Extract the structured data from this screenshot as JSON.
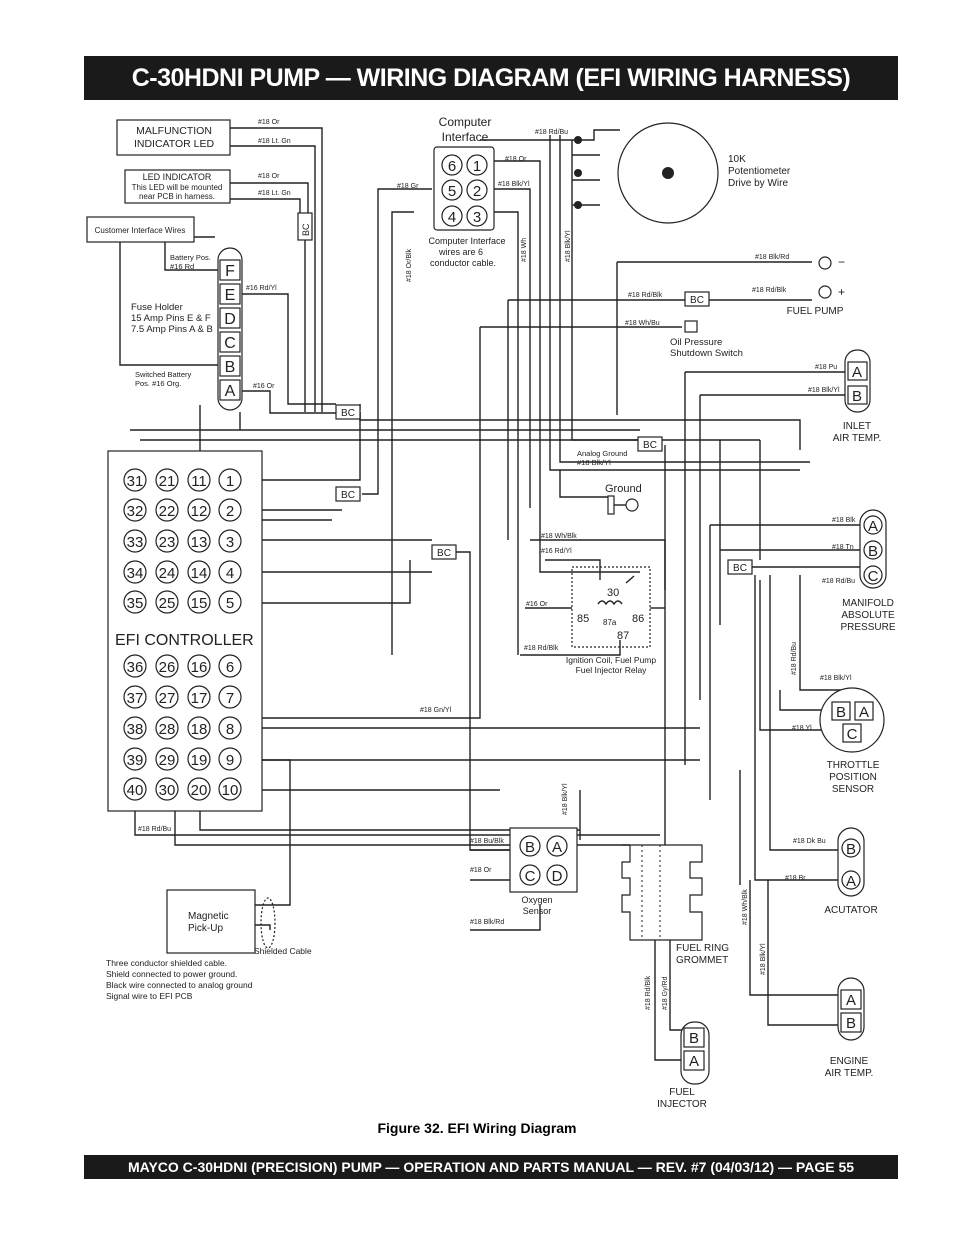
{
  "header": {
    "title": "C-30HDNI PUMP — WIRING DIAGRAM (EFI WIRING HARNESS)"
  },
  "caption": "Figure 32.   EFI Wiring Diagram",
  "footer": "MAYCO C-30HDNI (PRECISION) PUMP — OPERATION AND PARTS MANUAL — REV. #7 (04/03/12) — PAGE 55",
  "components": {
    "malfunction_led": [
      "MALFUNCTION",
      "INDICATOR LED"
    ],
    "led_indicator": [
      "LED INDICATOR",
      "This LED will be mounted",
      "near PCB in harness."
    ],
    "customer_interface": "Customer Interface Wires",
    "computer_interface_title": [
      "Computer",
      "Interface"
    ],
    "computer_interface_pins": [
      "6",
      "1",
      "5",
      "2",
      "4",
      "3"
    ],
    "computer_interface_note": [
      "Computer Interface",
      "wires are 6",
      "conductor cable."
    ],
    "potentiometer": [
      "10K",
      "Potentiometer",
      "Drive by Wire"
    ],
    "fuel_pump": "FUEL PUMP",
    "oil_pressure": [
      "Oil Pressure",
      "Shutdown Switch"
    ],
    "inlet_air_temp": [
      "INLET",
      "AIR TEMP."
    ],
    "fuse_holder": [
      "Fuse Holder",
      "15 Amp Pins E & F",
      "7.5 Amp Pins A & B"
    ],
    "fuse_pins": [
      "F",
      "E",
      "D",
      "C",
      "B",
      "A"
    ],
    "battery_pos": [
      "Battery Pos.",
      "#16 Rd"
    ],
    "switched_battery": [
      "Switched Battery",
      "Pos. #16 Org."
    ],
    "efi_controller": "EFI CONTROLLER",
    "ground": "Ground",
    "analog_ground": [
      "Analog Ground",
      "#18 Blk/Yl"
    ],
    "relay_pins": [
      "30",
      "85",
      "87a",
      "86",
      "87"
    ],
    "relay_label": [
      "Ignition Coil, Fuel Pump",
      "Fuel Injector Relay"
    ],
    "manifold": [
      "MANIFOLD",
      "ABSOLUTE",
      "PRESSURE"
    ],
    "throttle": [
      "THROTTLE",
      "POSITION",
      "SENSOR"
    ],
    "actuator": "ACUTATOR",
    "engine_air_temp": [
      "ENGINE",
      "AIR TEMP."
    ],
    "fuel_injector": [
      "FUEL",
      "INJECTOR"
    ],
    "fuel_ring": [
      "FUEL RING",
      "GROMMET"
    ],
    "oxygen_sensor": [
      "Oxygen",
      "Sensor"
    ],
    "oxygen_pins": [
      "B",
      "A",
      "C",
      "D"
    ],
    "magnetic_pickup": [
      "Magnetic",
      "Pick-Up"
    ],
    "shielded_cable": "Shielded Cable",
    "shield_note": [
      "Three conductor shielded cable.",
      "Shield connected to power ground.",
      "Black wire connected to analog ground",
      "Signal wire to EFI PCB"
    ],
    "bc": "BC"
  },
  "controller_pins": [
    [
      "31",
      "21",
      "11",
      "1"
    ],
    [
      "32",
      "22",
      "12",
      "2"
    ],
    [
      "33",
      "23",
      "13",
      "3"
    ],
    [
      "34",
      "24",
      "14",
      "4"
    ],
    [
      "35",
      "25",
      "15",
      "5"
    ],
    [
      "36",
      "26",
      "16",
      "6"
    ],
    [
      "37",
      "27",
      "17",
      "7"
    ],
    [
      "38",
      "28",
      "18",
      "8"
    ],
    [
      "39",
      "29",
      "19",
      "9"
    ],
    [
      "40",
      "30",
      "20",
      "10"
    ]
  ],
  "wire_labels": {
    "or1": "#18 Or",
    "ltgn1": "#18 Lt. Gn",
    "or2": "#18 Or",
    "ltgn2": "#18 Lt. Gn",
    "gr": "#18 Gr",
    "rdbu_top": "#18 Rd/Bu",
    "or3": "#18 Or",
    "blkyl": "#18 Blk/Yl",
    "orblk_v": "#18 Or/Blk",
    "wh_v": "#18 Wh",
    "blkyl_v": "#18 Blk/Yl",
    "blkrd": "#18 Blk/Rd",
    "rdblk_fp": "#18 Rd/Blk",
    "rdblk_bc": "#18 Rd/Blk",
    "whbu": "#18 Wh/Bu",
    "rdyl16": "#16 Rd/Yl",
    "or16a": "#16 Or",
    "pu": "#18 Pu",
    "blkyl_iat": "#18 Blk/Yl",
    "whblk": "#18 Wh/Blk",
    "rdyl16b": "#16 Rd/Yl",
    "or16b": "#16 Or",
    "rdblk_relay": "#18 Rd/Blk",
    "blk_map": "#18 Blk",
    "tn_map": "#18 Tn",
    "rdbu_map": "#18 Rd/Bu",
    "rdbu_v": "#18 Rd/Bu",
    "blkyl_tps": "#18 Blk/Yl",
    "yl_tps": "#18 Yl",
    "gnyl": "#18 Gn/Yl",
    "rdbu_bot": "#18 Rd/Bu",
    "blkyl_o2": "#18 Blk/Yl",
    "bublk": "#18 Bu/Blk",
    "or_o2": "#18 Or",
    "blkrd_o2": "#18 Blk/Rd",
    "dkbu": "#18 Dk Bu",
    "br": "#18 Br",
    "whblk_v": "#18 Wh/Blk",
    "blkyl_v2": "#18 Blk/Yl",
    "rdblk_v": "#18 Rd/Blk",
    "gyrd_v": "#18 Gy/Rd"
  },
  "polarity": {
    "minus": "−",
    "plus": "+"
  }
}
